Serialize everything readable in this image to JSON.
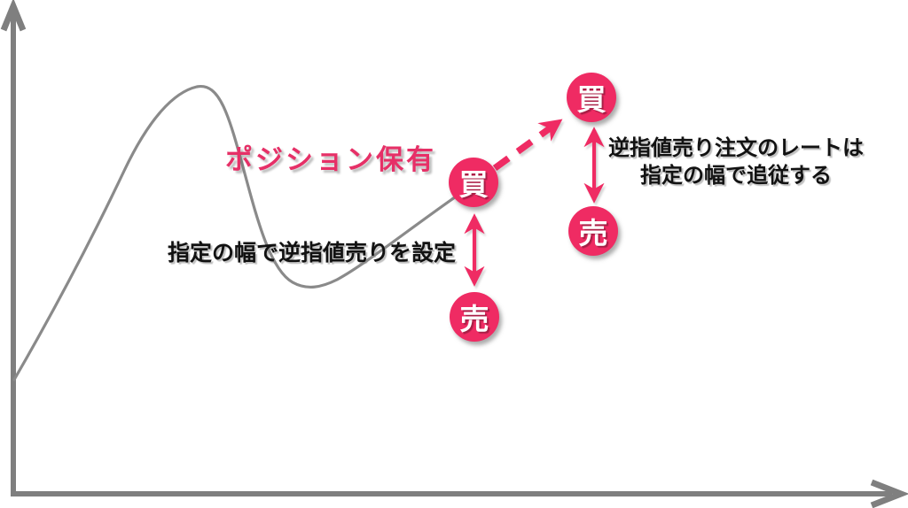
{
  "diagram": {
    "title": "ポジション保有",
    "notes": {
      "left_note": "指定の幅で逆指値売りを設定",
      "right_note_line1": "逆指値売り注文のレートは",
      "right_note_line2": "指定の幅で追従する"
    },
    "markers": {
      "entry_buy": "買",
      "entry_stop_sell": "売",
      "trailed_buy": "買",
      "trailed_stop_sell": "売"
    },
    "colors": {
      "marker_pink": "#ef2b63",
      "title_pink": "#e63067",
      "axis_gray": "#7f7f7f",
      "curve_gray": "#8a8a8a",
      "note_black": "#121212"
    }
  }
}
